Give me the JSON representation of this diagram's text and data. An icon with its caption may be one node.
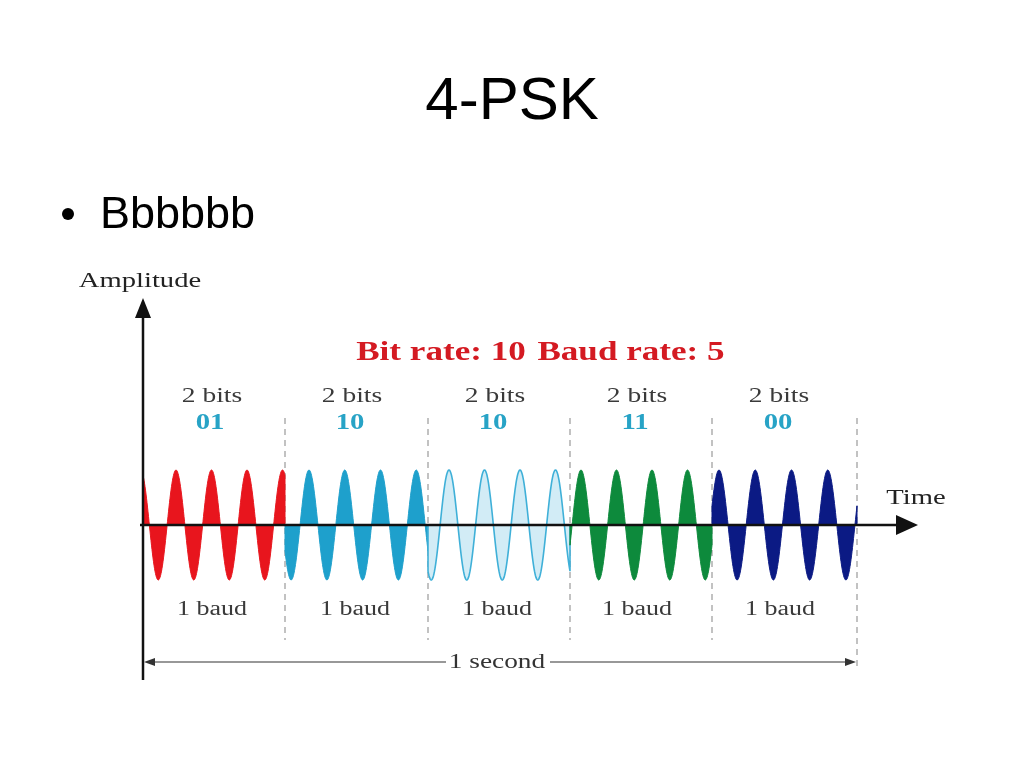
{
  "diagram": {
    "title": "4-PSK",
    "labels": [
      "Bbbbbb",
      "Amplitude",
      "Bit rate: 10",
      "Baud rate: 5",
      "2 bits",
      "2 bits",
      "2 bits",
      "2 bits",
      "2 bits",
      "01",
      "10",
      "10",
      "11",
      "00",
      "Time",
      "1 baud",
      "1 baud",
      "1 baud",
      "1 baud",
      "1 baud",
      "1 second"
    ]
  }
}
